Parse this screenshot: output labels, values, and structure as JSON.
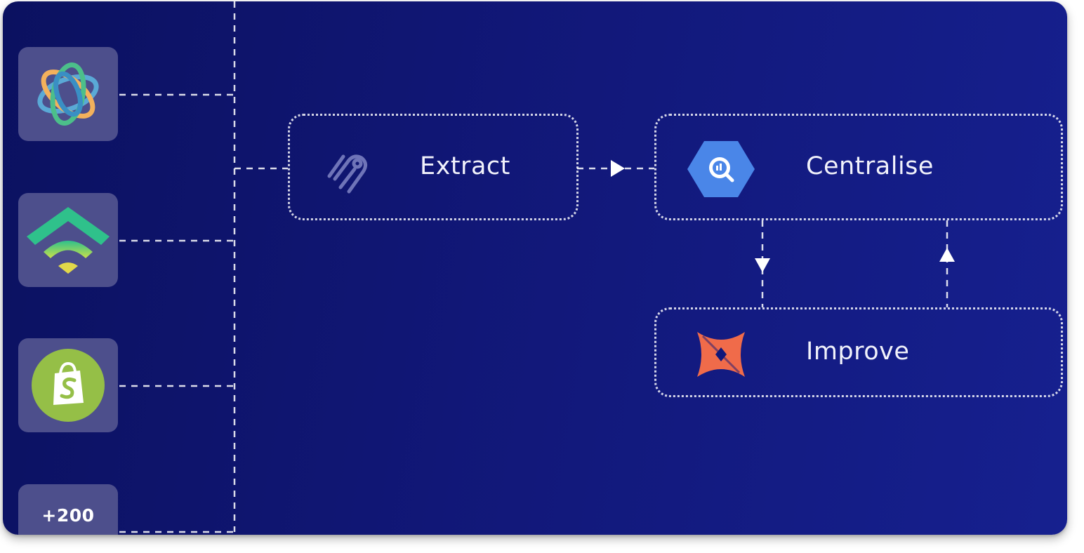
{
  "sources": [
    {
      "icon": "orbit-logo-icon"
    },
    {
      "icon": "wifi-signal-logo-icon"
    },
    {
      "icon": "shopify-logo-icon"
    },
    {
      "label": "+200"
    }
  ],
  "steps": {
    "extract": {
      "label": "Extract",
      "icon": "airbyte-logo-icon"
    },
    "centralise": {
      "label": "Centralise",
      "icon": "bigquery-logo-icon"
    },
    "improve": {
      "label": "Improve",
      "icon": "dbt-logo-icon"
    }
  },
  "colors": {
    "background_start": "#0b1160",
    "background_end": "#16208f",
    "tile": "#4d4f8c",
    "connector": "#ffffff",
    "bigquery_blue": "#4a86e8",
    "dbt_orange": "#f06b4a",
    "shopify_green": "#95bf47"
  }
}
